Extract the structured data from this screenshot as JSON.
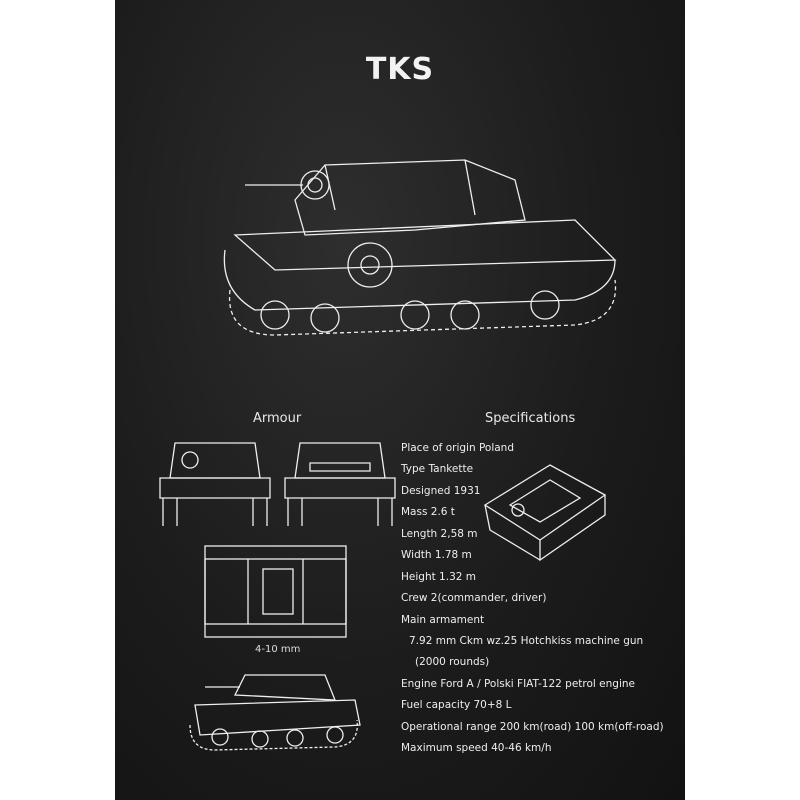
{
  "title": "TKS",
  "armour_heading": "Armour",
  "specs_heading": "Specifications",
  "armour_thickness": "4-10 mm",
  "specs": [
    "Place of origin Poland",
    "Type Tankette",
    "Designed 1931",
    "Mass 2.6 t",
    "Length 2,58 m",
    "Width 1.78 m",
    "Height 1.32 m",
    "Crew 2(commander, driver)",
    "Main armament",
    "7.92 mm Ckm wz.25 Hotchkiss machine gun",
    "(2000 rounds)",
    "Engine Ford A / Polski FIAT-122 petrol engine",
    "Fuel capacity 70+8 L",
    "Operational range 200 km(road) 100 km(off-road)",
    "Maximum speed 40-46 km/h"
  ]
}
